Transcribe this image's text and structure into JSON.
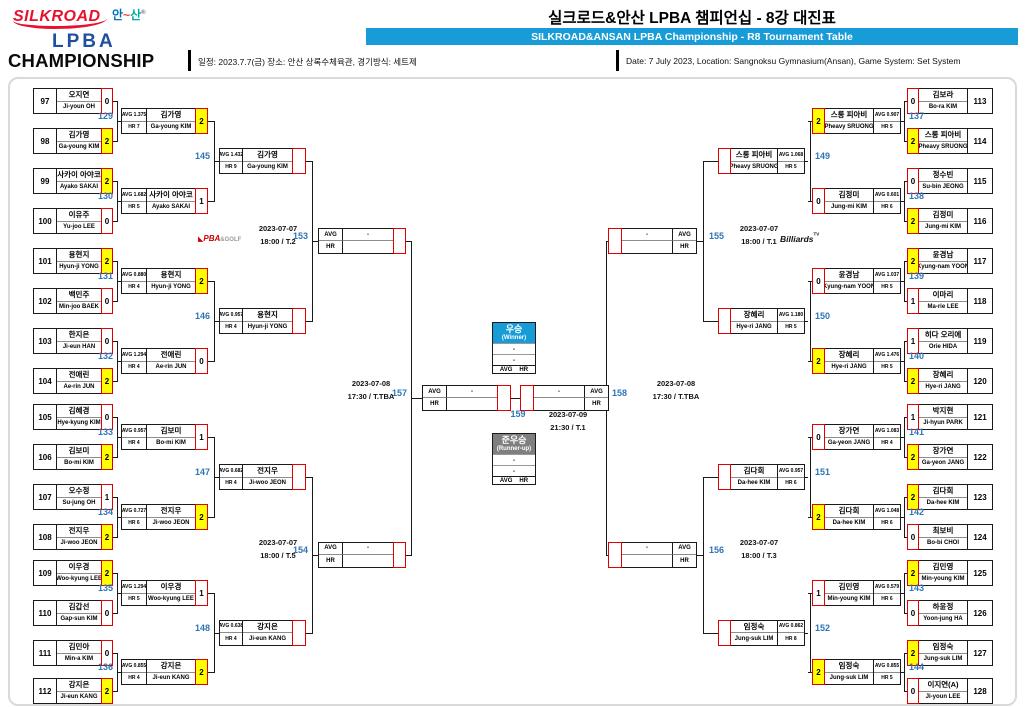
{
  "header": {
    "logo": {
      "silkroad": "SILKROAD",
      "ansan": "안~산",
      "lpba": "LPBA",
      "championship": "CHAMPIONSHIP"
    },
    "title_ko": "실크로드&안산 LPBA 챔피언십 - 8강 대진표",
    "title_en": "SILKROAD&ANSAN LPBA Championship - R8 Tournament Table",
    "info_ko": "일정: 2023.7.7(금) 장소: 안산 상록수체육관, 경기방식: 세트제",
    "info_en": "Date: 7 July 2023, Location: Sangnoksu Gymnasium(Ansan), Game System: Set System"
  },
  "colors": {
    "accent_blue": "#189cd8",
    "match_number_blue": "#2e75b6",
    "win_yellow": "#ffff00",
    "score_border_red": "#e00000",
    "runnerup_gray": "#7f7f7f"
  },
  "labels": {
    "avg": "AVG",
    "hr": "HR"
  },
  "winner": {
    "ko": "우승",
    "en": "(Winner)",
    "row1": "-",
    "row2": "-",
    "avg": "AVG",
    "hr": "HR"
  },
  "runnerup": {
    "ko": "준우승",
    "en": "(Runner-up)",
    "row1": "-",
    "row2": "-",
    "avg": "AVG",
    "hr": "HR"
  },
  "logos": {
    "pba": "PBA",
    "golf": "&GOLF",
    "billiards": "Billiards",
    "billiards_sup": "TV"
  },
  "bracket": {
    "left": {
      "r1": [
        {
          "n": "97",
          "ko": "오지연",
          "en": "Ji-youn OH",
          "s": "0",
          "win": false
        },
        {
          "n": "98",
          "ko": "김가영",
          "en": "Ga-young KIM",
          "s": "2",
          "win": true
        },
        {
          "n": "99",
          "ko": "사카이 아야코",
          "en": "Ayako SAKAI",
          "s": "2",
          "win": true
        },
        {
          "n": "100",
          "ko": "이유주",
          "en": "Yu-joo LEE",
          "s": "0",
          "win": false
        },
        {
          "n": "101",
          "ko": "용현지",
          "en": "Hyun-ji YONG",
          "s": "2",
          "win": true
        },
        {
          "n": "102",
          "ko": "백민주",
          "en": "Min-joo BAEK",
          "s": "0",
          "win": false
        },
        {
          "n": "103",
          "ko": "한지은",
          "en": "Ji-eun HAN",
          "s": "0",
          "win": false
        },
        {
          "n": "104",
          "ko": "전애린",
          "en": "Ae-rin JUN",
          "s": "2",
          "win": true
        },
        {
          "n": "105",
          "ko": "김혜경",
          "en": "Hye-kyung KIM",
          "s": "0",
          "win": false
        },
        {
          "n": "106",
          "ko": "김보미",
          "en": "Bo-mi KIM",
          "s": "2",
          "win": true
        },
        {
          "n": "107",
          "ko": "오수정",
          "en": "Su-jung OH",
          "s": "1",
          "win": false
        },
        {
          "n": "108",
          "ko": "전지우",
          "en": "Ji-woo JEON",
          "s": "2",
          "win": true
        },
        {
          "n": "109",
          "ko": "이우경",
          "en": "Woo-kyung LEE",
          "s": "2",
          "win": true
        },
        {
          "n": "110",
          "ko": "김갑선",
          "en": "Gap-sun KIM",
          "s": "0",
          "win": false
        },
        {
          "n": "111",
          "ko": "김민아",
          "en": "Min-a KIM",
          "s": "0",
          "win": false
        },
        {
          "n": "112",
          "ko": "강지은",
          "en": "Ji-eun KANG",
          "s": "2",
          "win": true
        }
      ],
      "r2": [
        {
          "m": "129",
          "avg": "1.375",
          "hr": "7",
          "ko": "김가영",
          "en": "Ga-young KIM",
          "s": "2",
          "win": true
        },
        {
          "m": "130",
          "avg": "1.682",
          "hr": "5",
          "ko": "사카이 아야코",
          "en": "Ayako SAKAI",
          "s": "1",
          "win": false
        },
        {
          "m": "131",
          "avg": "0.880",
          "hr": "4",
          "ko": "용현지",
          "en": "Hyun-ji YONG",
          "s": "2",
          "win": true
        },
        {
          "m": "132",
          "avg": "1.294",
          "hr": "4",
          "ko": "전애린",
          "en": "Ae-rin JUN",
          "s": "0",
          "win": false
        },
        {
          "m": "133",
          "avg": "0.957",
          "hr": "4",
          "ko": "김보미",
          "en": "Bo-mi KIM",
          "s": "1",
          "win": false
        },
        {
          "m": "134",
          "avg": "0.727",
          "hr": "6",
          "ko": "전지우",
          "en": "Ji-woo JEON",
          "s": "2",
          "win": true
        },
        {
          "m": "135",
          "avg": "1.294",
          "hr": "5",
          "ko": "이우경",
          "en": "Woo-kyung LEE",
          "s": "1",
          "win": false
        },
        {
          "m": "136",
          "avg": "0.855",
          "hr": "4",
          "ko": "강지은",
          "en": "Ji-eun KANG",
          "s": "2",
          "win": true
        }
      ],
      "r3": [
        {
          "m": "145",
          "avg": "1.432",
          "hr": "9",
          "ko": "김가영",
          "en": "Ga-young KIM",
          "s": "",
          "win": false
        },
        {
          "m": "146",
          "avg": "0.957",
          "hr": "4",
          "ko": "용현지",
          "en": "Hyun-ji YONG",
          "s": "",
          "win": false
        },
        {
          "m": "147",
          "avg": "0.682",
          "hr": "4",
          "ko": "전지우",
          "en": "Ji-woo JEON",
          "s": "",
          "win": false
        },
        {
          "m": "148",
          "avg": "0.638",
          "hr": "4",
          "ko": "강지은",
          "en": "Ji-eun KANG",
          "s": "",
          "win": false
        }
      ]
    },
    "right": {
      "r1": [
        {
          "n": "113",
          "ko": "김보라",
          "en": "Bo-ra KIM",
          "s": "0",
          "win": false
        },
        {
          "n": "114",
          "ko": "스롱 피아비",
          "en": "Pheavy SRUONG",
          "s": "2",
          "win": true
        },
        {
          "n": "115",
          "ko": "정수빈",
          "en": "Su-bin JEONG",
          "s": "0",
          "win": false
        },
        {
          "n": "116",
          "ko": "김정미",
          "en": "Jung-mi KIM",
          "s": "2",
          "win": true
        },
        {
          "n": "117",
          "ko": "윤경남",
          "en": "Kyung-nam YOON",
          "s": "2",
          "win": true
        },
        {
          "n": "118",
          "ko": "이마리",
          "en": "Ma-rie LEE",
          "s": "1",
          "win": false
        },
        {
          "n": "119",
          "ko": "히다 오리에",
          "en": "Orie HIDA",
          "s": "1",
          "win": false
        },
        {
          "n": "120",
          "ko": "장혜리",
          "en": "Hye-ri JANG",
          "s": "2",
          "win": true
        },
        {
          "n": "121",
          "ko": "박지현",
          "en": "Ji-hyun PARK",
          "s": "1",
          "win": false
        },
        {
          "n": "122",
          "ko": "장가연",
          "en": "Ga-yeon JANG",
          "s": "2",
          "win": true
        },
        {
          "n": "123",
          "ko": "김다희",
          "en": "Da-hee KIM",
          "s": "2",
          "win": true
        },
        {
          "n": "124",
          "ko": "최보비",
          "en": "Bo-bi CHOI",
          "s": "0",
          "win": false
        },
        {
          "n": "125",
          "ko": "김민영",
          "en": "Min-young KIM",
          "s": "2",
          "win": true
        },
        {
          "n": "126",
          "ko": "하윤정",
          "en": "Yoon-jung HA",
          "s": "0",
          "win": false
        },
        {
          "n": "127",
          "ko": "임정숙",
          "en": "Jung-suk LIM",
          "s": "2",
          "win": true
        },
        {
          "n": "128",
          "ko": "이지연(A)",
          "en": "Ji-youn LEE",
          "s": "0",
          "win": false
        }
      ],
      "r2": [
        {
          "m": "137",
          "avg": "0.907",
          "hr": "5",
          "ko": "스롱 피아비",
          "en": "Pheavy SRUONG",
          "s": "2",
          "win": true
        },
        {
          "m": "138",
          "avg": "0.601",
          "hr": "6",
          "ko": "김정미",
          "en": "Jung-mi KIM",
          "s": "0",
          "win": false
        },
        {
          "m": "139",
          "avg": "1.037",
          "hr": "5",
          "ko": "윤경남",
          "en": "Kyung-nam YOON",
          "s": "0",
          "win": false
        },
        {
          "m": "140",
          "avg": "1.476",
          "hr": "5",
          "ko": "장혜리",
          "en": "Hye-ri JANG",
          "s": "2",
          "win": true
        },
        {
          "m": "141",
          "avg": "1.083",
          "hr": "4",
          "ko": "장가연",
          "en": "Ga-yeon JANG",
          "s": "0",
          "win": false
        },
        {
          "m": "142",
          "avg": "1.048",
          "hr": "6",
          "ko": "김다희",
          "en": "Da-hee KIM",
          "s": "2",
          "win": true
        },
        {
          "m": "143",
          "avg": "0.579",
          "hr": "6",
          "ko": "김민영",
          "en": "Min-young KIM",
          "s": "1",
          "win": false
        },
        {
          "m": "144",
          "avg": "0.855",
          "hr": "5",
          "ko": "임정숙",
          "en": "Jung-suk LIM",
          "s": "2",
          "win": true
        }
      ],
      "r3": [
        {
          "m": "149",
          "avg": "1.068",
          "hr": "5",
          "ko": "스롱 피아비",
          "en": "Pheavy SRUONG",
          "s": "",
          "win": false
        },
        {
          "m": "150",
          "avg": "1.180",
          "hr": "5",
          "ko": "장혜리",
          "en": "Hye-ri JANG",
          "s": "",
          "win": false
        },
        {
          "m": "151",
          "avg": "0.957",
          "hr": "6",
          "ko": "김다희",
          "en": "Da-hee KIM",
          "s": "",
          "win": false
        },
        {
          "m": "152",
          "avg": "0.862",
          "hr": "8",
          "ko": "임정숙",
          "en": "Jung-suk LIM",
          "s": "",
          "win": false
        }
      ]
    },
    "matches": {
      "m153": {
        "id": "153",
        "date": "2023-07-07",
        "time": "18:00 / T.2",
        "avg": "-",
        "hr": ""
      },
      "m154": {
        "id": "154",
        "date": "2023-07-07",
        "time": "18:00 / T.5",
        "avg": "-",
        "hr": ""
      },
      "m155": {
        "id": "155",
        "date": "2023-07-07",
        "time": "18:00 / T.1",
        "avg": "-",
        "hr": ""
      },
      "m156": {
        "id": "156",
        "date": "2023-07-07",
        "time": "18:00 / T.3",
        "avg": "-",
        "hr": ""
      },
      "m157": {
        "id": "157",
        "date": "2023-07-08",
        "time": "17:30 / T.TBA",
        "avg": "-",
        "hr": ""
      },
      "m158": {
        "id": "158",
        "date": "2023-07-08",
        "time": "17:30 / T.TBA",
        "avg": "-",
        "hr": ""
      },
      "m159": {
        "id": "159",
        "date": "2023-07-09",
        "time": "21:30 / T.1"
      }
    }
  }
}
